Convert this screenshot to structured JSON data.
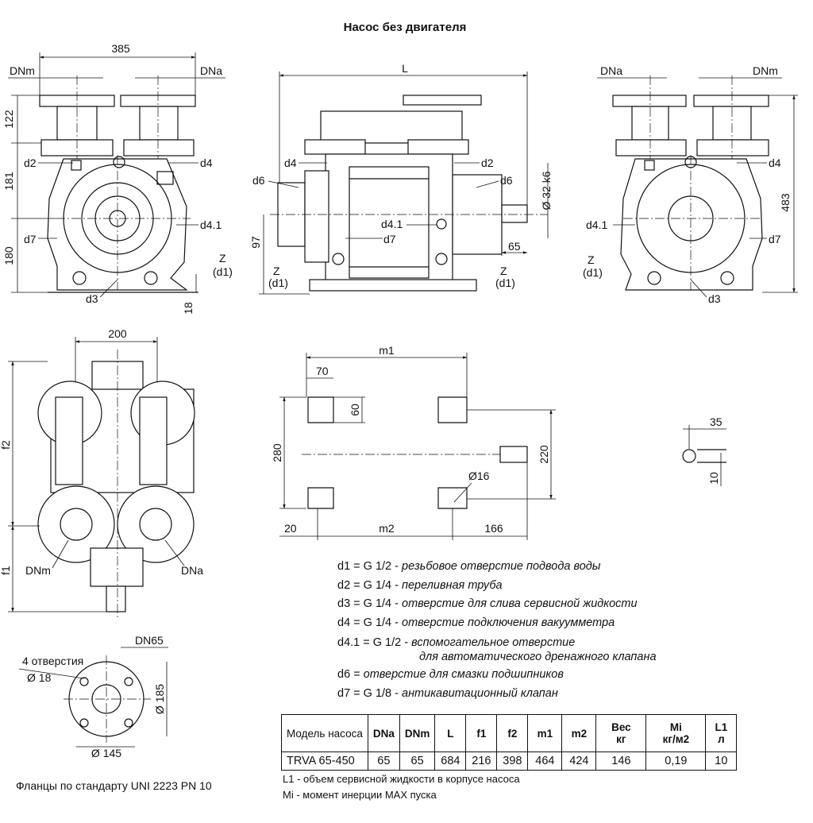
{
  "title": "Насос без двигателя",
  "dims": {
    "d385": "385",
    "dnm": "DNm",
    "dna": "DNa",
    "d122": "122",
    "d181": "181",
    "d180": "180",
    "d18": "18",
    "d2": "d2",
    "d4": "d4",
    "d41": "d4.1",
    "d7": "d7",
    "d3": "d3",
    "d6": "d6",
    "z": "Z",
    "zd1": "(d1)",
    "L": "L",
    "d97": "97",
    "d65": "65",
    "shaft": "Ø 32 k6",
    "d483": "483",
    "d200": "200",
    "f1": "f1",
    "f2": "f2",
    "m1": "m1",
    "m2": "m2",
    "d70": "70",
    "d60": "60",
    "d280": "280",
    "d220": "220",
    "d16": "Ø16",
    "d20": "20",
    "d166": "166",
    "d35": "35",
    "d10": "10",
    "dn65": "DN65",
    "holes": "4 отверстия",
    "d18h": "Ø 18",
    "d185": "Ø 185",
    "d145": "Ø 145"
  },
  "legend": [
    {
      "code": "d1 = G 1/2 -",
      "text": "резьбовое отверстие подвода воды"
    },
    {
      "code": "d2 = G 1/4 -",
      "text": "переливная труба"
    },
    {
      "code": "d3 = G 1/4 -",
      "text": "отверстие для слива сервисной жидкости"
    },
    {
      "code": "d4 = G 1/4 -",
      "text": "отверстие подключения вакуумметра"
    },
    {
      "code": "d4.1 = G 1/2 -",
      "text": "вспомогательное отверстие",
      "text2": "для автоматического дренажного клапана"
    },
    {
      "code": "d6 =",
      "text": "отверстие для смазки подшипников"
    },
    {
      "code": "d7 = G 1/8 -",
      "text": "антикавитационный клапан"
    }
  ],
  "table": {
    "headers": [
      "Модель насоса",
      "DNa",
      "DNm",
      "L",
      "f1",
      "f2",
      "m1",
      "m2",
      "Вес",
      "Mi",
      "L1"
    ],
    "units": [
      "",
      "",
      "",
      "",
      "",
      "",
      "",
      "",
      "кг",
      "кг/м2",
      "л"
    ],
    "row": [
      "TRVA 65-450",
      "65",
      "65",
      "684",
      "216",
      "398",
      "464",
      "424",
      "146",
      "0,19",
      "10"
    ]
  },
  "notes": [
    "L1 - объем сервисной жидкости в корпусе насоса",
    "Mi - момент инерции MAX пуска"
  ],
  "flange_note": "Фланцы по стандарту UNI 2223 PN 10"
}
